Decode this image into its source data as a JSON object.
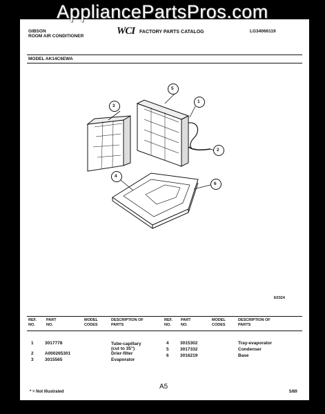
{
  "watermark": "AppliancePartsPros.com",
  "header": {
    "brand": "GIBSON",
    "product": "ROOM AIR CONDITIONER",
    "logo": "WCI",
    "catalog": "FACTORY PARTS CATALOG",
    "catalog_number": "LG34066119",
    "model": "MODEL AK14C6EWA"
  },
  "callouts": [
    "1",
    "2",
    "3",
    "4",
    "5",
    "6"
  ],
  "figure_code": "E0324",
  "table": {
    "headers": {
      "ref": "REF. NO.",
      "part": "PART NO.",
      "model": "MODEL CODES",
      "desc": "DESCRIPTION OF PARTS"
    },
    "left_rows": [
      {
        "ref": "1",
        "part": "3017778",
        "desc": "Tube-capillary (cut to 35\")"
      },
      {
        "ref": "2",
        "part": "A000265301",
        "desc": "Drier-filter"
      },
      {
        "ref": "3",
        "part": "3015565",
        "desc": "Evaporator"
      }
    ],
    "right_rows": [
      {
        "ref": "4",
        "part": "3015302",
        "desc": "Tray-evaporator"
      },
      {
        "ref": "5",
        "part": "3017332",
        "desc": "Condenser"
      },
      {
        "ref": "6",
        "part": "3016219",
        "desc": "Base"
      }
    ]
  },
  "footer": {
    "note": "* = Not Illustrated",
    "page": "A5",
    "date": "5/89"
  }
}
